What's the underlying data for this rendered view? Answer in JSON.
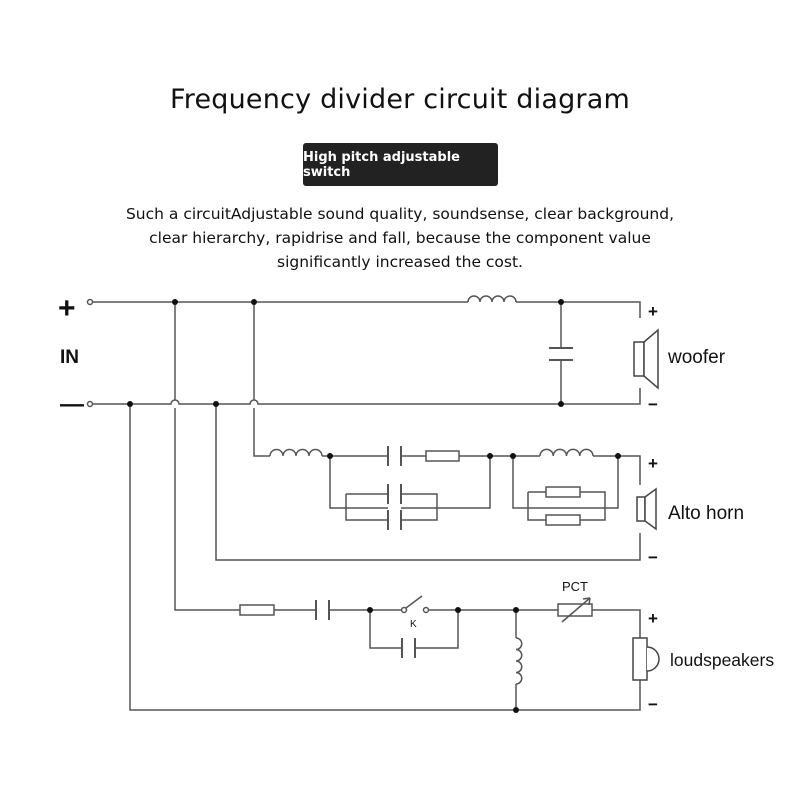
{
  "title": "Frequency divider circuit diagram",
  "badge": "High pitch adjustable switch",
  "description": [
    "Such a circuitAdjustable sound quality, soundsense, clear background,",
    "clear hierarchy, rapidrise and fall, because the component value",
    "significantly increased the cost."
  ],
  "input": {
    "plus": "+",
    "label": "IN",
    "minus": "—"
  },
  "outputs": {
    "woofer": {
      "label": "woofer",
      "plus": "+",
      "minus": "−"
    },
    "alto": {
      "label": "Alto horn",
      "plus": "+",
      "minus": "−"
    },
    "tweeter": {
      "label": "loudspeakers",
      "plus": "+",
      "minus": "−"
    }
  },
  "components": {
    "pct": "PCT",
    "switch": "K"
  },
  "colors": {
    "wire": "#555555",
    "badge": "#222222"
  }
}
